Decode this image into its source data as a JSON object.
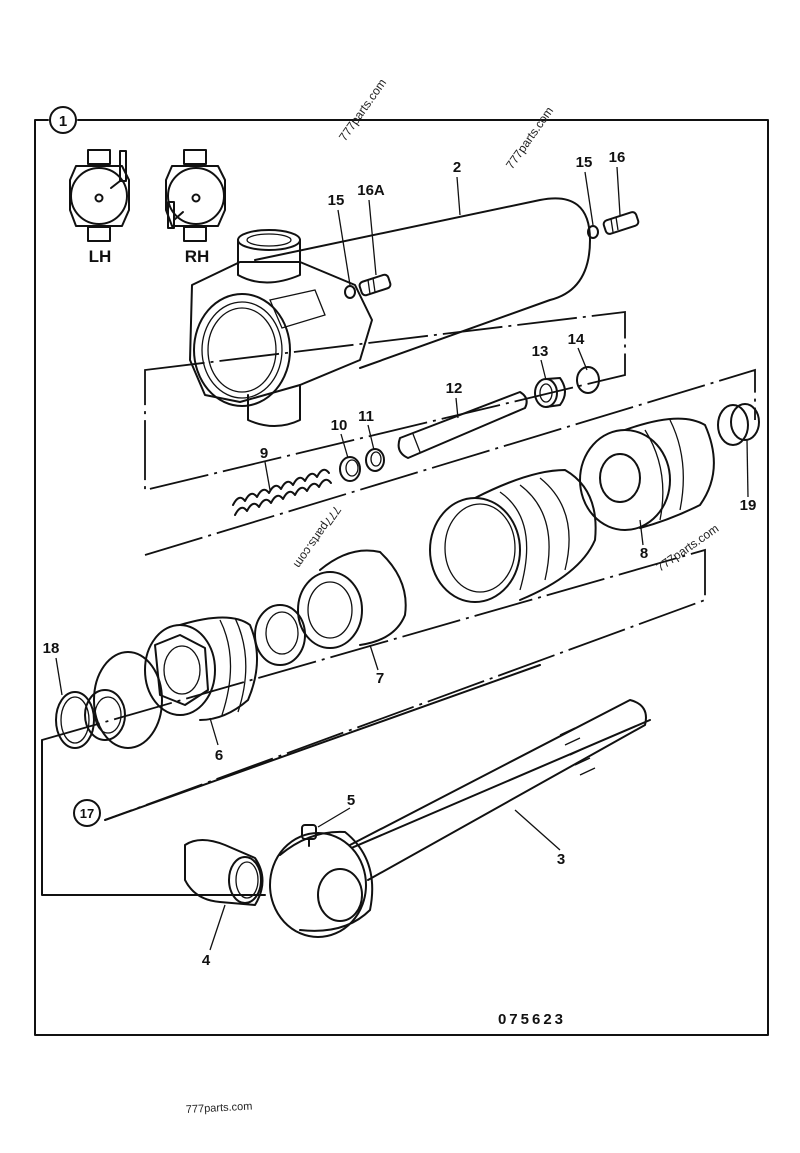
{
  "diagram": {
    "figure_number": "1",
    "drawing_code": "075623",
    "orientation_labels": {
      "left": "LH",
      "right": "RH"
    },
    "part_labels": {
      "p2": "2",
      "p3": "3",
      "p4": "4",
      "p5": "5",
      "p6": "6",
      "p7": "7",
      "p8": "8",
      "p9": "9",
      "p10": "10",
      "p11": "11",
      "p12": "12",
      "p13": "13",
      "p14": "14",
      "p15a": "15",
      "p15b": "15",
      "p16": "16",
      "p16a": "16A",
      "p17": "17",
      "p18": "18",
      "p19": "19"
    },
    "watermarks": {
      "w1": "777parts.com",
      "w2": "777parts.com",
      "w3": "777parts.com",
      "w4": "777parts.com",
      "footer": "777parts.com"
    }
  }
}
